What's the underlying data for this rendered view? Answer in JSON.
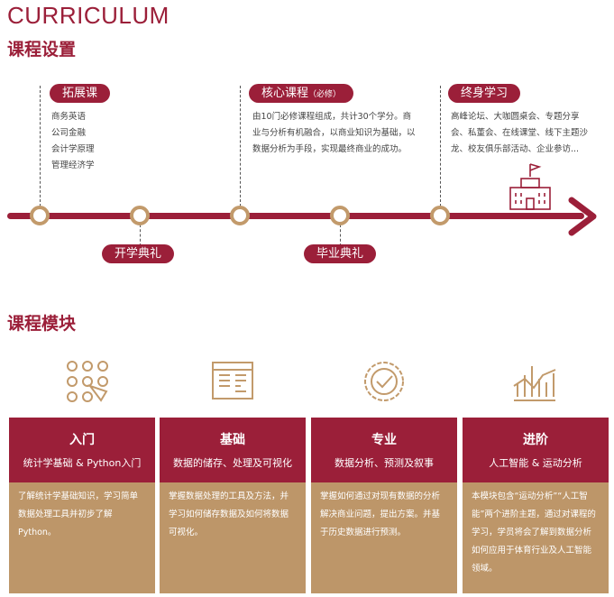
{
  "header": {
    "title_en": "CURRICULUM",
    "title_cn": "课程设置"
  },
  "timeline": {
    "top": [
      {
        "label": "拓展课",
        "items": [
          "商务英语",
          "公司金融",
          "会计学原理",
          "管理经济学"
        ]
      },
      {
        "label": "核心课程",
        "tag": "（必修）",
        "text": "由10门必修课程组成，共计30个学分。商业与分析有机融合，以商业知识为基础，以数据分析为手段，实现最终商业的成功。"
      },
      {
        "label": "终身学习",
        "text": "高峰论坛、大咖圆桌会、专题分享会、私董会、在线课堂、线下主题沙龙、校友俱乐部活动、企业参访..."
      }
    ],
    "bottom": [
      {
        "label": "开学典礼"
      },
      {
        "label": "毕业典礼"
      }
    ]
  },
  "modules": {
    "title": "课程模块",
    "cards": [
      {
        "title": "入门",
        "subtitle": "统计学基础 & Python入门",
        "body": "了解统计学基础知识，学习简单数据处理工具并初步了解Python。"
      },
      {
        "title": "基础",
        "subtitle": "数据的储存、处理及可视化",
        "body": "掌握数据处理的工具及方法，并学习如何储存数据及如何将数据可视化。"
      },
      {
        "title": "专业",
        "subtitle": "数据分析、预测及叙事",
        "body": "掌握如何通过对现有数据的分析解决商业问题，提出方案。并基于历史数据进行预测。"
      },
      {
        "title": "进阶",
        "subtitle": "人工智能 & 运动分析",
        "body": "本模块包含“运动分析”“人工智能”两个进阶主题，通过对课程的学习，学员将会了解到数据分析如何应用于体育行业及人工智能领域。"
      }
    ]
  },
  "colors": {
    "primary": "#9b1f39",
    "tan": "#bd9669"
  }
}
